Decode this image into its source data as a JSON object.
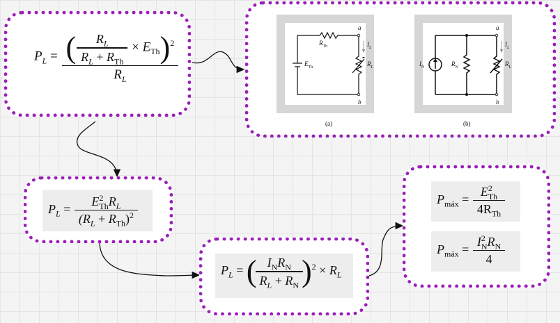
{
  "nodes": {
    "formula_pl_thevenin_squared": {
      "lhs": "P",
      "lhs_sub": "L",
      "inner_num": "R",
      "inner_num_sub": "L",
      "inner_den_a": "R",
      "inner_den_a_sub": "L",
      "inner_den_plus": "+",
      "inner_den_b": "R",
      "inner_den_b_sub": "Th",
      "times": "×",
      "factor": "E",
      "factor_sub": "Th",
      "exp": "2",
      "denominator": "R",
      "denominator_sub": "L"
    },
    "circuits": {
      "a_labels": {
        "node_top": "a",
        "node_bottom": "b",
        "resistor": "R",
        "resistor_sub": "Th",
        "source": "E",
        "source_sub": "Th",
        "current": "I",
        "current_sub": "L",
        "load": "R",
        "load_sub": "L"
      },
      "b_labels": {
        "node_top": "a",
        "node_bottom": "b",
        "source": "I",
        "source_sub": "N",
        "resistor": "R",
        "resistor_sub": "N",
        "current": "I",
        "current_sub": "L",
        "load": "R",
        "load_sub": "L"
      },
      "caption_a": "(a)",
      "caption_b": "(b)"
    },
    "formula_pl_thevenin": {
      "lhs": "P",
      "lhs_sub": "L",
      "num_a": "E",
      "num_a_sub": "Th",
      "num_a_sup": "2",
      "num_b": "R",
      "num_b_sub": "L",
      "den_a": "(R",
      "den_a_sub": "L",
      "den_plus": "+",
      "den_b": "R",
      "den_b_sub": "Th",
      "den_close": ")",
      "den_exp": "2"
    },
    "formula_pl_norton": {
      "lhs": "P",
      "lhs_sub": "L",
      "num_a": "I",
      "num_a_sub": "N",
      "num_b": "R",
      "num_b_sub": "N",
      "den_a": "R",
      "den_a_sub": "L",
      "den_plus": "+",
      "den_b": "R",
      "den_b_sub": "N",
      "exp": "2",
      "times": "×",
      "factor": "R",
      "factor_sub": "L"
    },
    "formula_pmax": {
      "line1": {
        "lhs": "P",
        "lhs_sub": "máx",
        "num": "E",
        "num_sub": "Th",
        "num_sup": "2",
        "den": "4R",
        "den_sub": "Th"
      },
      "line2": {
        "lhs": "P",
        "lhs_sub": "máx",
        "num_a": "I",
        "num_a_sub": "N",
        "num_a_sup": "2",
        "num_b": "R",
        "num_b_sub": "N",
        "den": "4"
      }
    }
  },
  "colors": {
    "border": "#9b1fb8",
    "grid": "#e4e4e4",
    "formula_bg": "#ededed",
    "arrow": "#111111"
  }
}
